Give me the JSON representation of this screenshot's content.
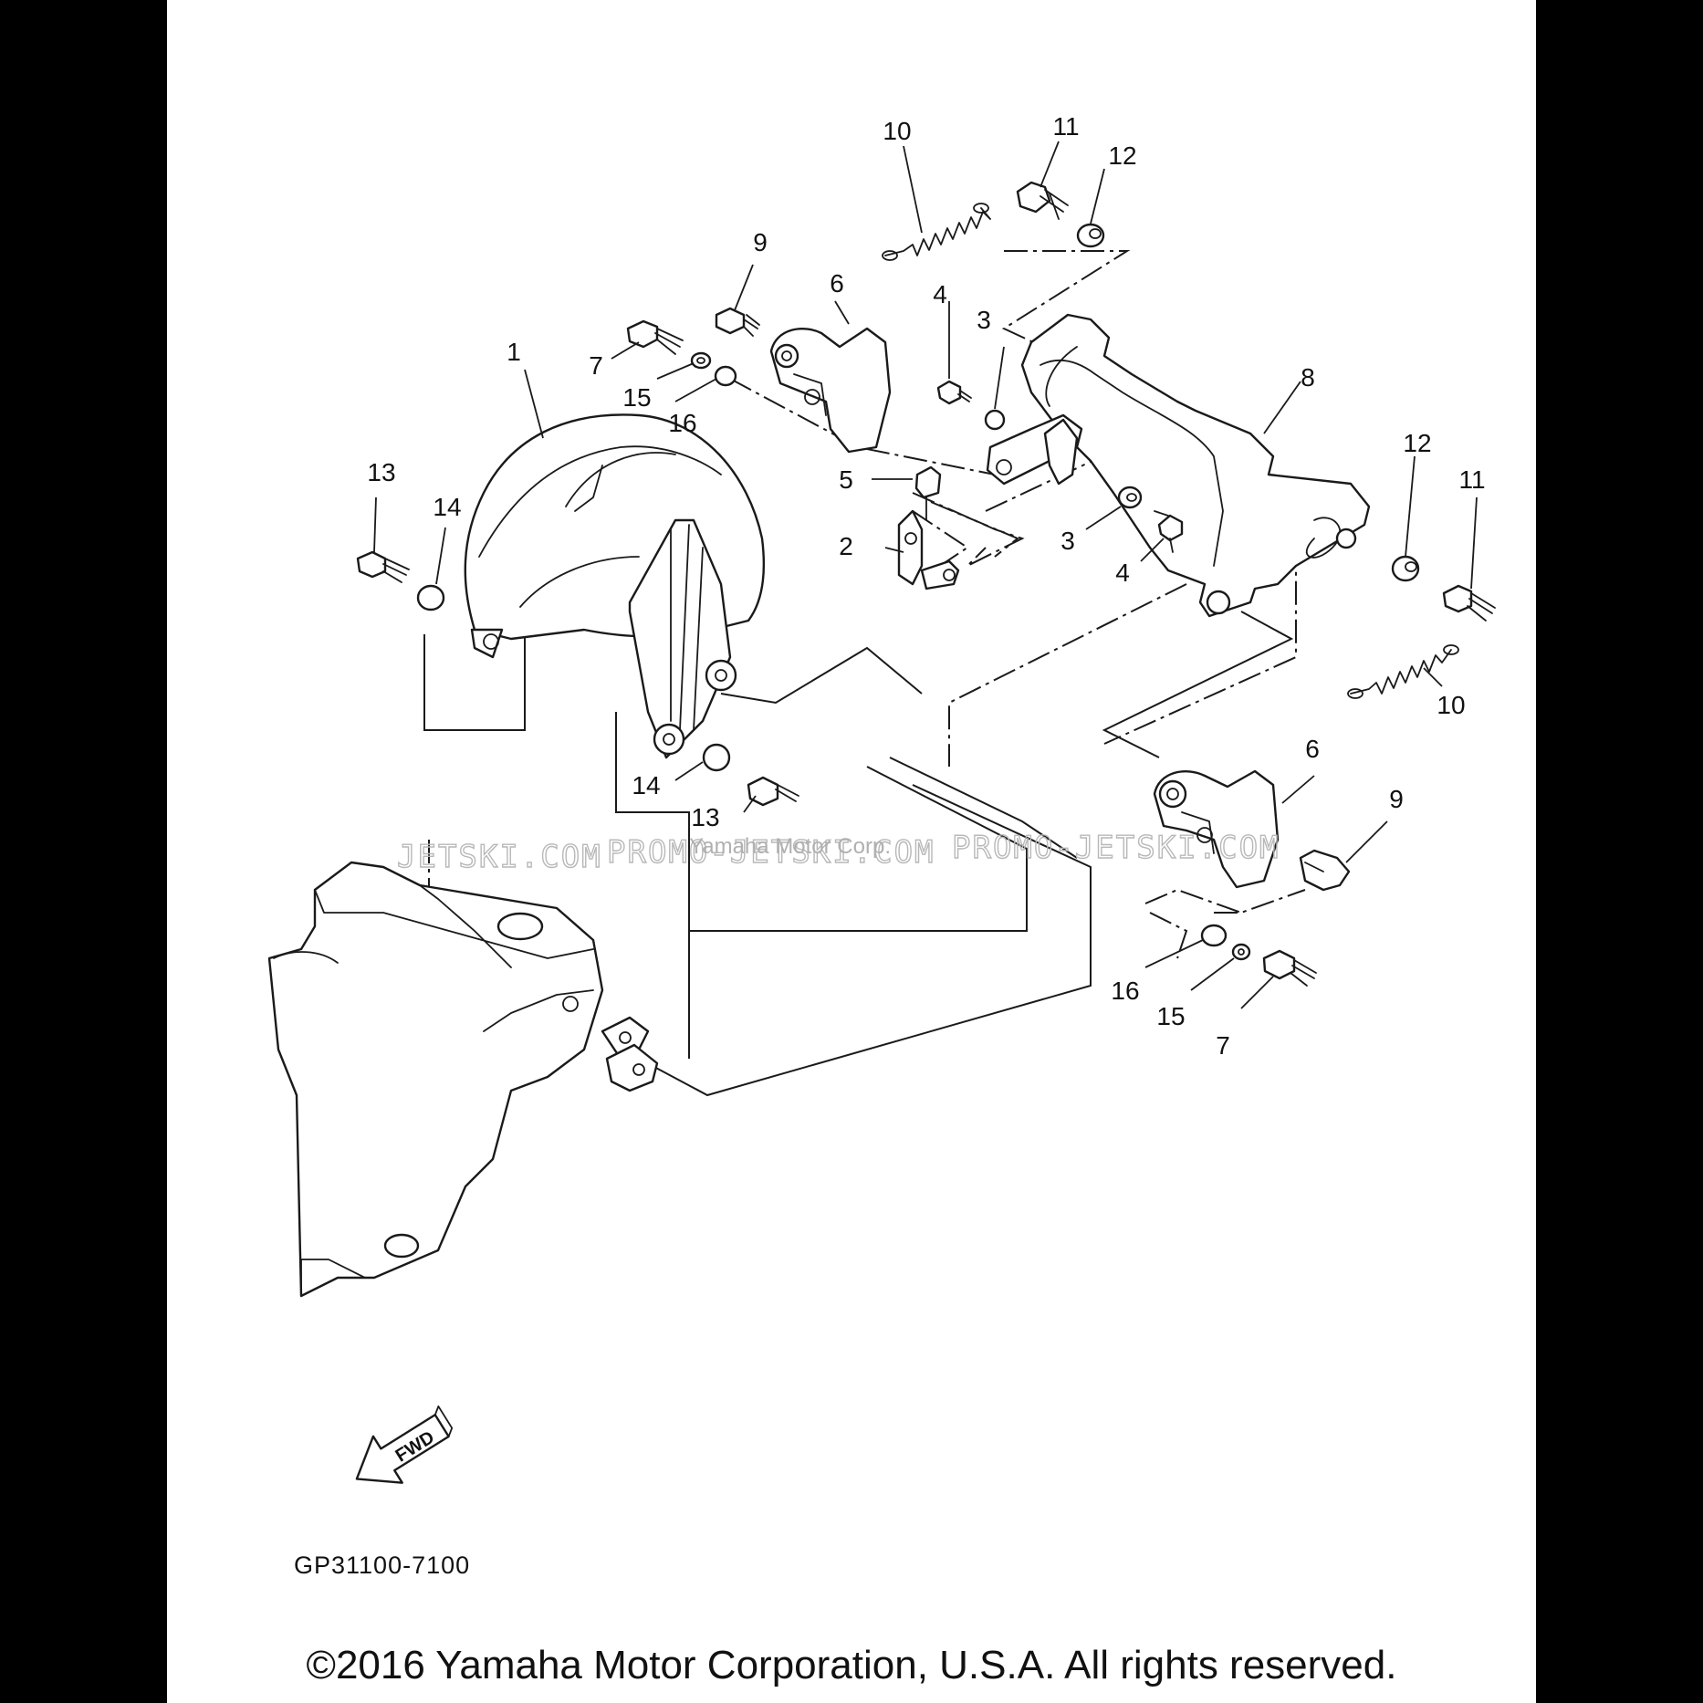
{
  "diagram": {
    "code": "GP31100-7100",
    "copyright": "©2016 Yamaha Motor Corporation, U.S.A. All rights reserved.",
    "fwd_label": "FWD",
    "watermarks": [
      "JETSKI.COM",
      "PROMO-JETSKI.COM",
      "PROMO-JETSKI.COM"
    ],
    "faint_text": "Yamaha Motor Corp."
  },
  "callouts": {
    "c1": "1",
    "c2": "2",
    "c3a": "3",
    "c3b": "3",
    "c4a": "4",
    "c4b": "4",
    "c5": "5",
    "c6a": "6",
    "c6b": "6",
    "c7a": "7",
    "c7b": "7",
    "c8": "8",
    "c9a": "9",
    "c9b": "9",
    "c10a": "10",
    "c10b": "10",
    "c11a": "11",
    "c11b": "11",
    "c12a": "12",
    "c12b": "12",
    "c13a": "13",
    "c13b": "13",
    "c14a": "14",
    "c14b": "14",
    "c15a": "15",
    "c15b": "15",
    "c16a": "16",
    "c16b": "16"
  },
  "colors": {
    "background": "#000000",
    "sheet": "#ffffff",
    "ink": "#1a1a1a",
    "watermark": "#b8b8b8"
  }
}
